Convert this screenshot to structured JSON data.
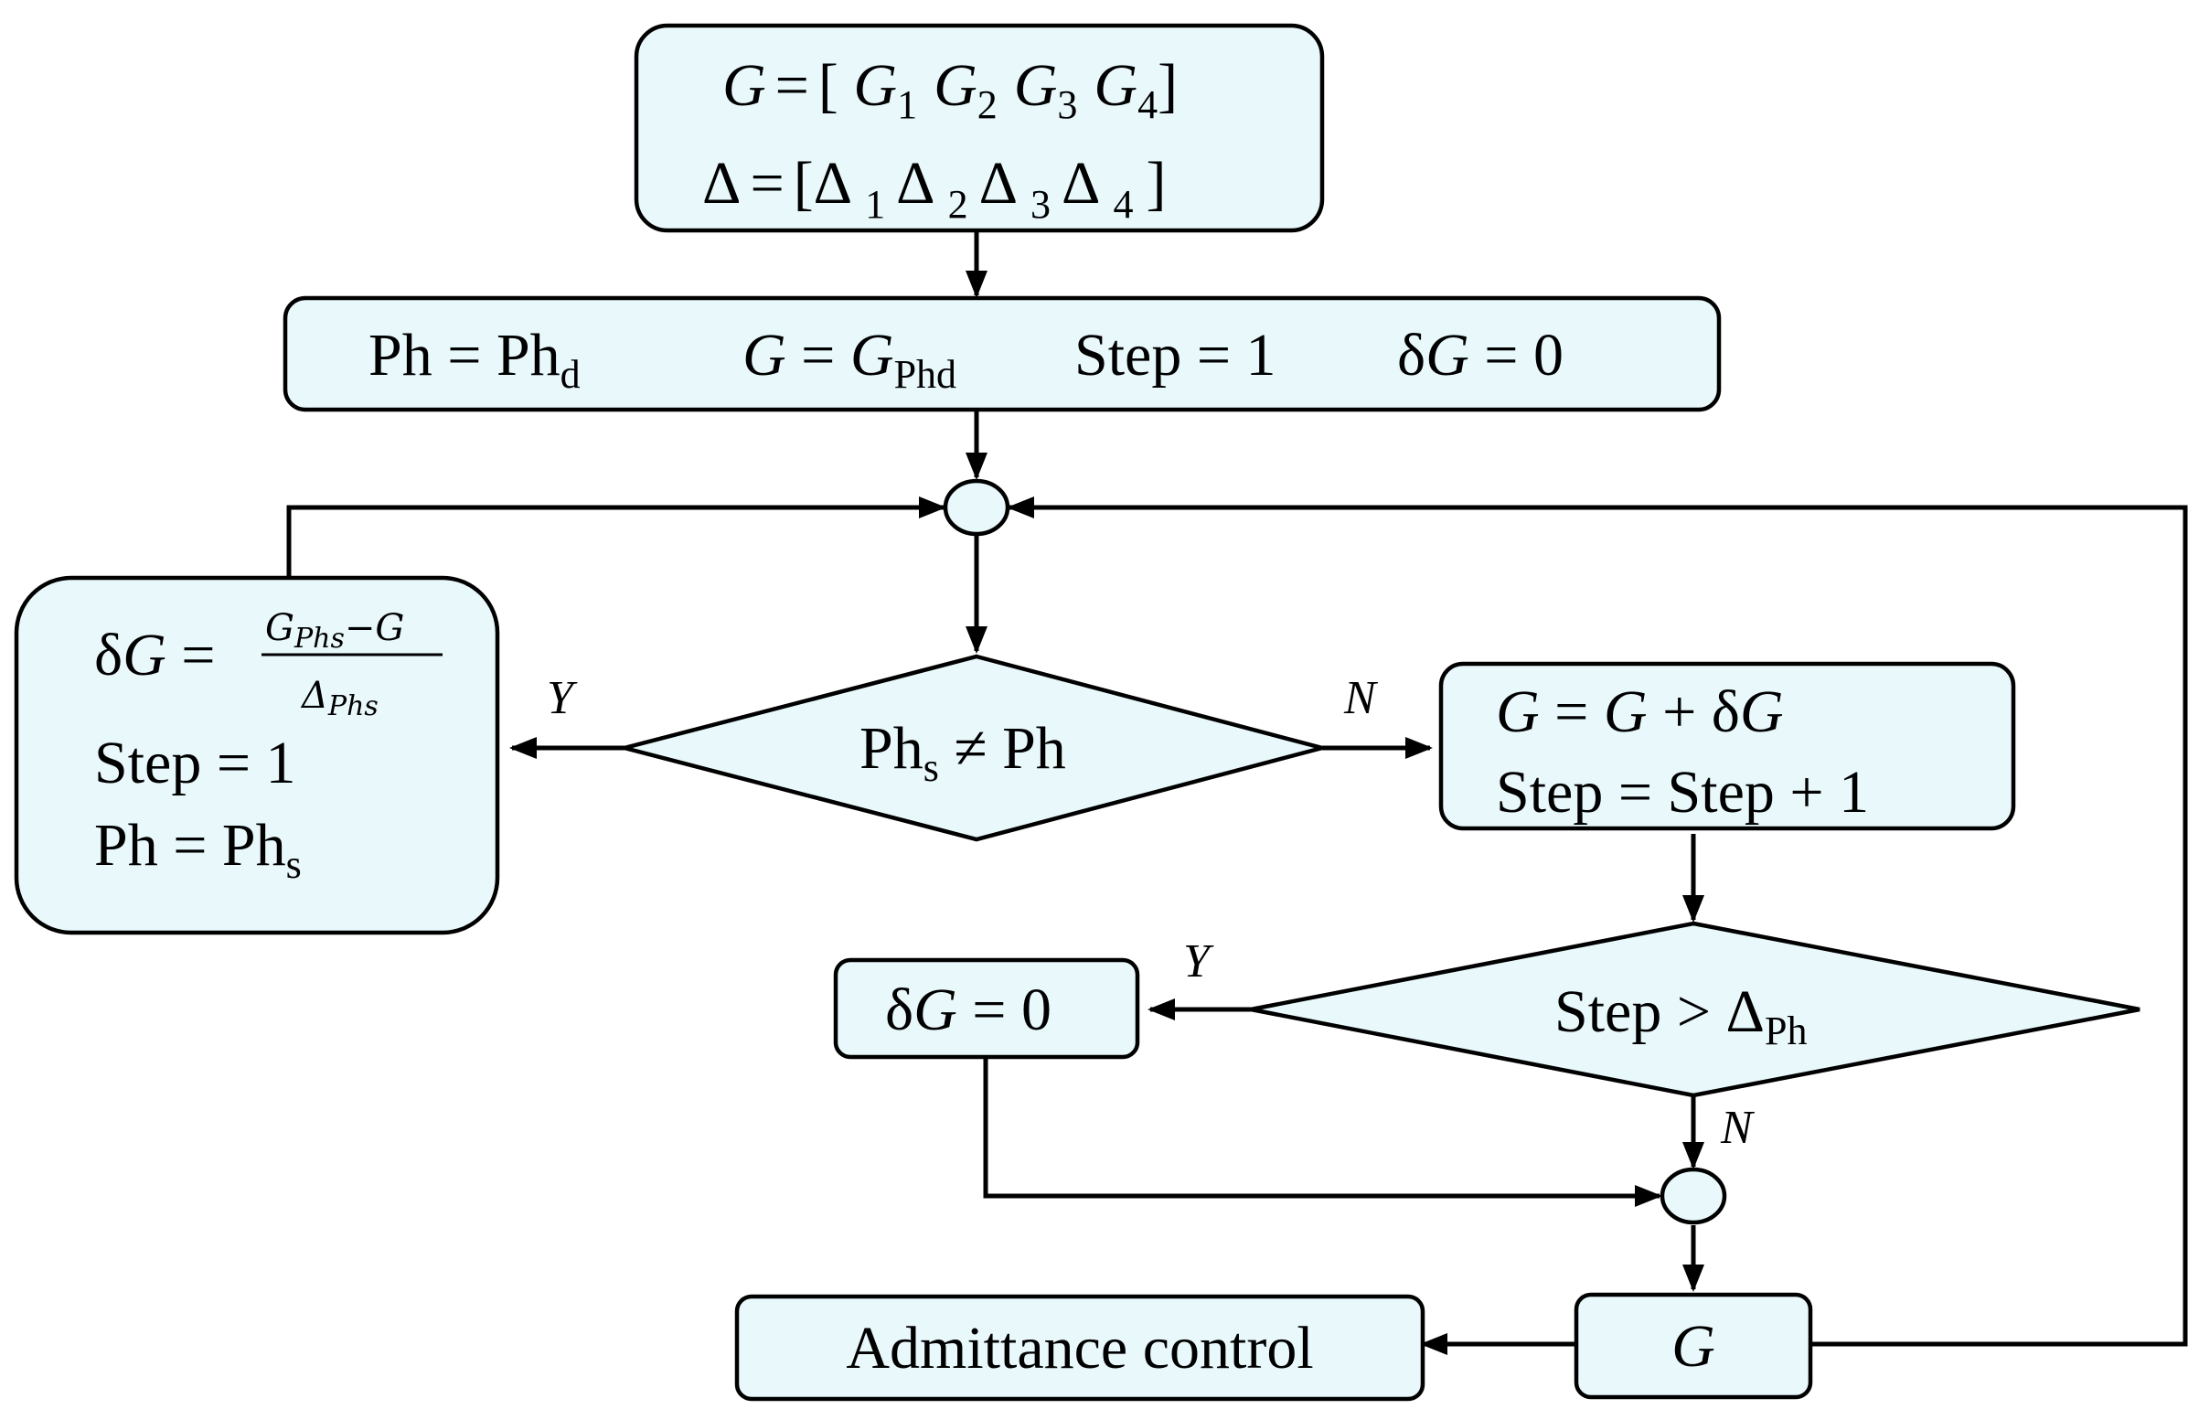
{
  "init": {
    "G_letter": "G",
    "eq": "=",
    "G_vec_open": "[ ",
    "G_items": [
      "G",
      "G",
      "G",
      "G"
    ],
    "G_subs": [
      "1",
      "2",
      "3",
      "4"
    ],
    "G_vec_close": "]",
    "Delta_letter": "Δ",
    "Delta_open": "[",
    "Delta_subs": [
      "1",
      "2",
      "3",
      "4"
    ],
    "Delta_close": "]"
  },
  "setup": {
    "ph": "Ph",
    "ph_eq": " = Ph",
    "ph_sub": "d",
    "g": "G",
    "g_eq": " = ",
    "g_val": "G",
    "g_sub": "Phd",
    "step": "Step = 1",
    "dg_prefix": "δ",
    "dg_g": "G",
    "dg_rest": " = 0"
  },
  "update_box": {
    "dg_prefix": "δ",
    "dg_g": "G",
    "dg_eq": " = ",
    "num_G": "G",
    "num_sub": "Phs",
    "num_minus": "−G",
    "den_delta": "Δ",
    "den_sub": "Phs",
    "step": "Step = 1",
    "ph": "Ph = Ph",
    "ph_sub": "s"
  },
  "decision1": {
    "ph": "Ph",
    "ph_sub": "s",
    "rest": " ≠ Ph",
    "yes": "Y",
    "no": "N"
  },
  "increment_box": {
    "line1_G": "G",
    "line1_eq": " = ",
    "line1_G2": "G",
    "line1_plus": " + δ",
    "line1_G3": "G",
    "line2": "Step = Step + 1"
  },
  "decision2": {
    "text": "Step > Δ",
    "sub": "Ph",
    "yes": "Y",
    "no": "N"
  },
  "reset_box": {
    "prefix": "δ",
    "g": "G",
    "rest": " = 0"
  },
  "output_box": {
    "text": "G"
  },
  "control_box": {
    "text": "Admittance control"
  }
}
